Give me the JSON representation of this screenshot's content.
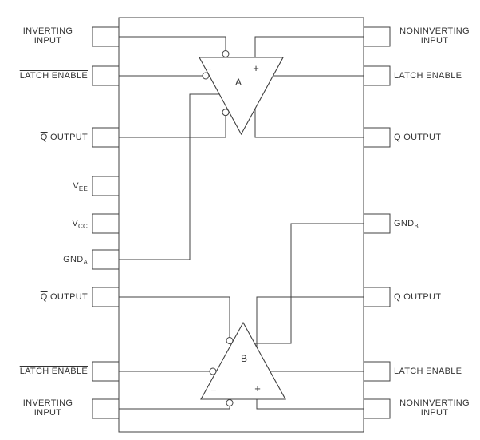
{
  "diagram": {
    "title": "dual-comparator-with-latch-logic-diagram",
    "line_color": "#404040",
    "text_color": "#333333",
    "background": "#ffffff"
  },
  "comparators": [
    {
      "label": "A",
      "minus": "−",
      "plus": "+"
    },
    {
      "label": "B",
      "minus": "−",
      "plus": "+"
    }
  ],
  "pins": {
    "left": [
      {
        "id": "inverting-input-a",
        "line1": "INVERTING",
        "line2": "INPUT"
      },
      {
        "id": "latch-enable-a-bar",
        "over": "LATCH ENABLE",
        "rest": ""
      },
      {
        "id": "qbar-output-a",
        "over": "Q",
        "rest": " OUTPUT"
      },
      {
        "id": "vee",
        "base": "V",
        "sub": "EE"
      },
      {
        "id": "vcc",
        "base": "V",
        "sub": "CC"
      },
      {
        "id": "gnd-a",
        "base": "GND",
        "sub": "A"
      },
      {
        "id": "qbar-output-b",
        "over": "Q",
        "rest": " OUTPUT"
      },
      {
        "id": "latch-enable-b-bar",
        "over": "LATCH ENABLE",
        "rest": ""
      },
      {
        "id": "inverting-input-b",
        "line1": "INVERTING",
        "line2": "INPUT"
      }
    ],
    "right": [
      {
        "id": "noninverting-input-a",
        "line1": "NONINVERTING",
        "line2": "INPUT"
      },
      {
        "id": "latch-enable-a",
        "text": "LATCH ENABLE"
      },
      {
        "id": "q-output-a",
        "text": "Q OUTPUT"
      },
      {
        "id": "gnd-b",
        "base": "GND",
        "sub": "B"
      },
      {
        "id": "q-output-b",
        "text": "Q OUTPUT"
      },
      {
        "id": "latch-enable-b",
        "text": "LATCH ENABLE"
      },
      {
        "id": "noninverting-input-b",
        "line1": "NONINVERTING",
        "line2": "INPUT"
      }
    ]
  }
}
